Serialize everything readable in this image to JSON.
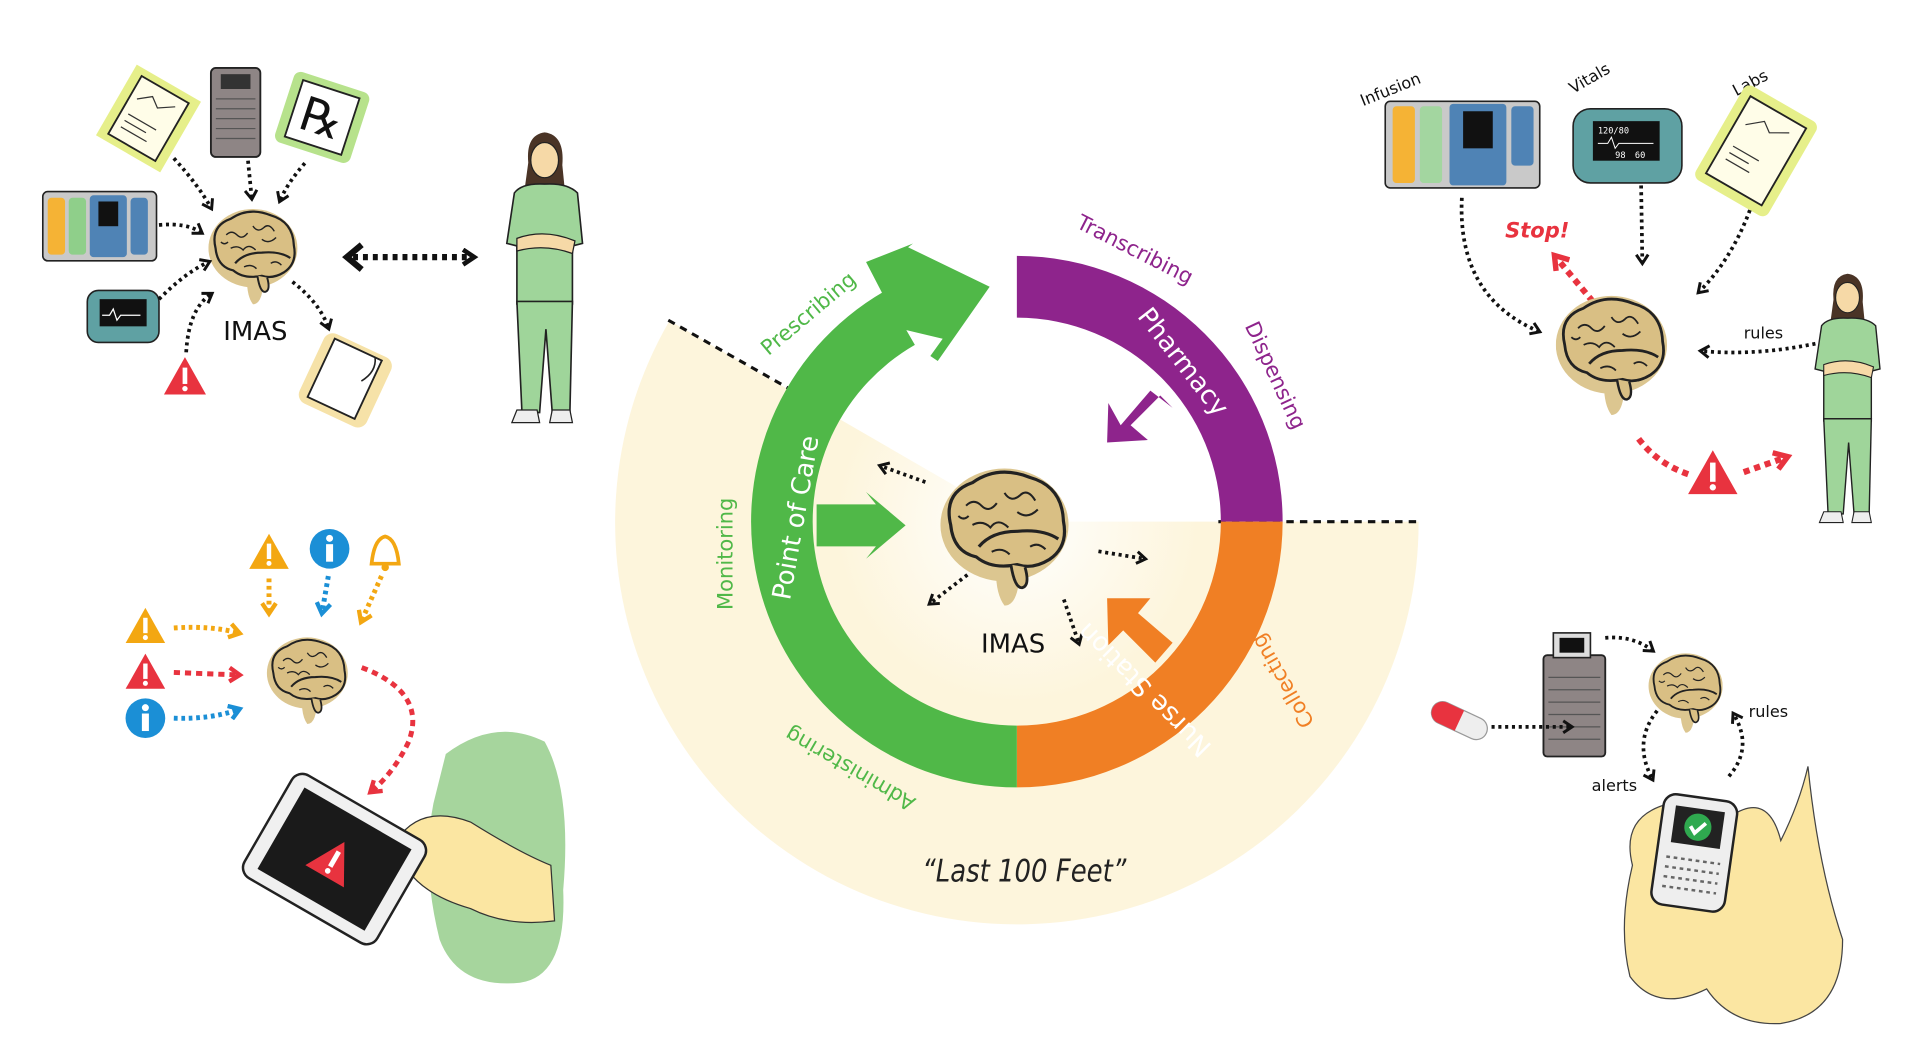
{
  "colors": {
    "point_of_care": "#50b848",
    "pharmacy": "#8e248c",
    "nurse_station": "#f07f24",
    "last_100_feet_zone": "#fdf5dc",
    "alert_red": "#e8333f",
    "warning_yellow": "#f3a712",
    "info_blue": "#1b8fd6",
    "scrubs_green": "#9fd59a",
    "brain_tan": "#dcc690"
  },
  "cycle": {
    "center_label": "IMAS",
    "zone_label": "“Last 100 Feet”",
    "segments": {
      "point_of_care": "Point of Care",
      "pharmacy": "Pharmacy",
      "nurse_station": "Nurse Station"
    },
    "steps": {
      "prescribing": "Prescribing",
      "transcribing": "Transcribing",
      "dispensing": "Dispensing",
      "collecting": "Collecting",
      "administering": "Administering",
      "monitoring": "Monitoring"
    }
  },
  "panel_top_left": {
    "label": "IMAS",
    "rx_symbol": "℞",
    "icons": [
      "clipboard-icon",
      "printer-icon",
      "prescription-icon",
      "infusion-pump-icon",
      "vitals-monitor-icon",
      "warning-icon",
      "document-icon",
      "brain-icon",
      "nurse-figure"
    ]
  },
  "panel_bottom_left": {
    "icons": [
      "warning-icon",
      "info-icon",
      "bell-icon",
      "brain-icon",
      "tablet-icon",
      "hand-icon"
    ]
  },
  "panel_top_right": {
    "devices": {
      "infusion": "Infusion",
      "vitals": "Vitals",
      "labs": "Labs"
    },
    "stop_label": "Stop!",
    "rules_label": "rules",
    "vitals_screen": {
      "bp": "120/80",
      "hr": "98",
      "spo2": "60"
    }
  },
  "panel_bottom_right": {
    "rules_label": "rules",
    "alerts_label": "alerts",
    "icons": [
      "pill-icon",
      "device-icon",
      "brain-icon",
      "handheld-icon",
      "check-icon"
    ]
  }
}
